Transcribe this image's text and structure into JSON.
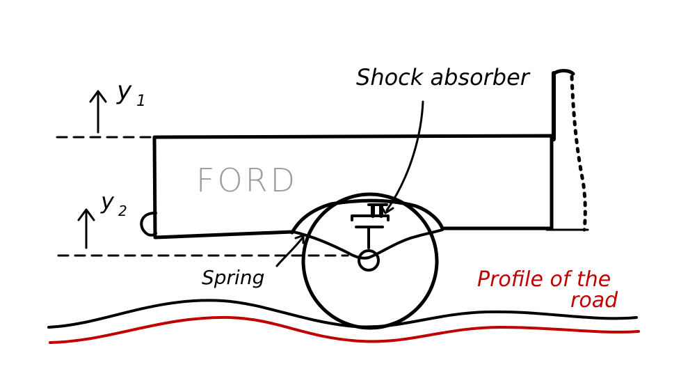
{
  "labels": {
    "y1": "y",
    "y1_sub": "1",
    "y2": "y",
    "y2_sub": "2",
    "shock_absorber": "Shock absorber",
    "spring": "Spring",
    "brand": "FORD",
    "road_profile_line1": "Profile of the",
    "road_profile_line2": "road"
  },
  "colors": {
    "ink": "#000000",
    "road": "#c00000",
    "brand": "#9a9a9a"
  }
}
